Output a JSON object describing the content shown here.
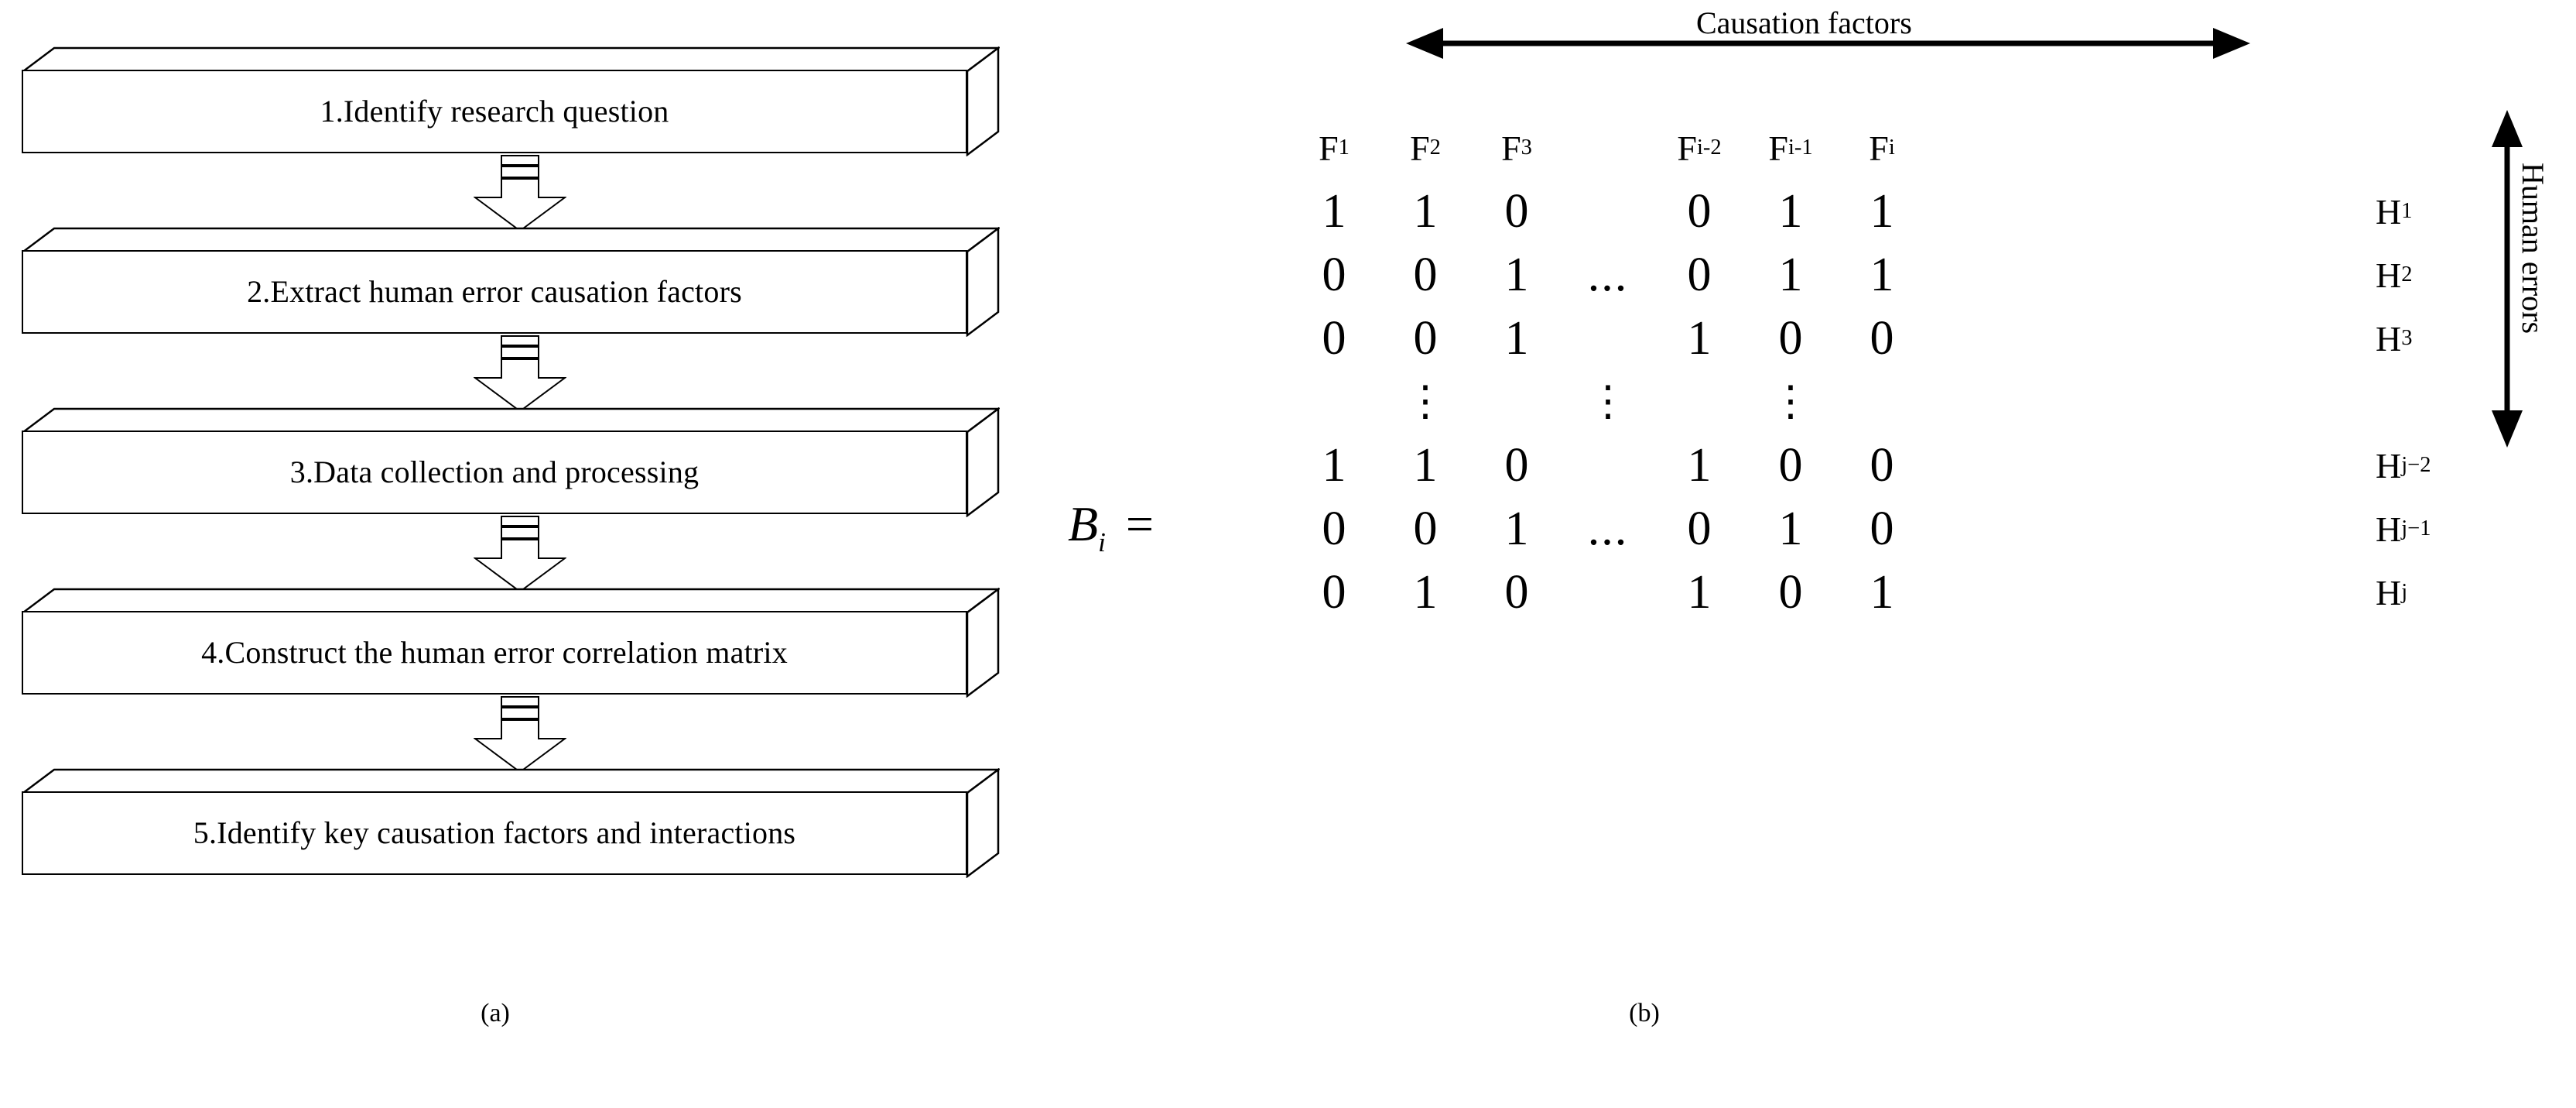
{
  "figure": {
    "panel_a": {
      "caption": "(a)",
      "steps": [
        {
          "label": "1.Identify research question"
        },
        {
          "label": "2.Extract human error causation factors"
        },
        {
          "label": "3.Data collection and processing"
        },
        {
          "label": "4.Construct the human error correlation matrix"
        },
        {
          "label": "5.Identify key causation factors and interactions"
        }
      ],
      "connector_icon": "striped-down-block-arrow-icon"
    },
    "panel_b": {
      "caption": "(b)",
      "matrix_label": "B",
      "matrix_label_sub": "i",
      "equals": "=",
      "top_axis_title": "Causation factors",
      "right_axis_title": "Human errors",
      "top_axis_icon": "double-headed-horizontal-arrow-icon",
      "right_axis_icon": "double-headed-vertical-arrow-icon",
      "column_headers": [
        "F₁",
        "F₂",
        "F₃",
        "",
        "F",
        "F",
        "F"
      ],
      "column_headers_detailed": [
        {
          "base": "F",
          "sub": "1"
        },
        {
          "base": "F",
          "sub": "2"
        },
        {
          "base": "F",
          "sub": "3"
        },
        {
          "base": "",
          "sub": ""
        },
        {
          "base": "F",
          "sub": "i-2"
        },
        {
          "base": "F",
          "sub": "i-1"
        },
        {
          "base": "F",
          "sub": "i"
        }
      ],
      "row_labels_detailed": [
        {
          "base": "H",
          "sub": "1"
        },
        {
          "base": "H",
          "sub": "2"
        },
        {
          "base": "H",
          "sub": "3"
        },
        {
          "base": "",
          "sub": ""
        },
        {
          "base": "H",
          "sub": "j−2"
        },
        {
          "base": "H",
          "sub": "j−1"
        },
        {
          "base": "H",
          "sub": "j"
        }
      ],
      "horizontal_ellipsis": "...",
      "vertical_ellipsis": "⋮",
      "rows": [
        [
          "1",
          "1",
          "0",
          "",
          "0",
          "1",
          "1"
        ],
        [
          "0",
          "0",
          "1",
          "...",
          "0",
          "1",
          "1"
        ],
        [
          "0",
          "0",
          "1",
          "",
          "1",
          "0",
          "0"
        ],
        [
          "",
          "⋮",
          "",
          "⋮",
          "",
          "⋮",
          ""
        ],
        [
          "1",
          "1",
          "0",
          "",
          "1",
          "0",
          "0"
        ],
        [
          "0",
          "0",
          "1",
          "...",
          "0",
          "1",
          "0"
        ],
        [
          "0",
          "1",
          "0",
          "",
          "1",
          "0",
          "1"
        ]
      ]
    }
  },
  "colors": {
    "stroke": "#000000",
    "fill": "#ffffff",
    "background": "#ffffff"
  }
}
